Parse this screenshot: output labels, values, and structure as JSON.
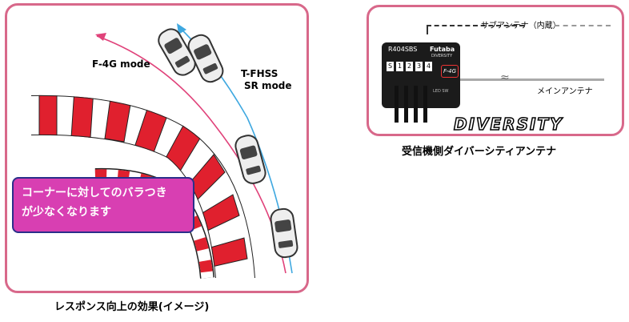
{
  "left_panel": {
    "label_f4g": "F-4G mode",
    "label_tfhss_line1": "T-FHSS",
    "label_tfhss_line2": "SR mode",
    "callout_line1": "コーナーに対してのバラつき",
    "callout_line2": "が少なくなります",
    "caption": "レスポンス向上の効果(イメージ)"
  },
  "right_panel": {
    "sub_antenna_label": "サブアンテナ（内蔵）",
    "receiver_model": "R404SBS",
    "receiver_brand": "Futaba",
    "receiver_brand_sub": "DIVERSITY",
    "ports": [
      "S",
      "1",
      "2",
      "3",
      "4"
    ],
    "receiver_badge": "F-4G",
    "receiver_led_label": "LED  SW",
    "main_antenna_label": "メインアンテナ",
    "logo_text": "DIVERSITY",
    "caption": "受信機側ダイバーシティアンテナ"
  },
  "colors": {
    "panel_border": "#d8688a",
    "curb_red": "#e0202e",
    "callout_fill": "#d83fb2",
    "f4g_path": "#e0427a",
    "tfhss_path": "#3fa8e0"
  }
}
